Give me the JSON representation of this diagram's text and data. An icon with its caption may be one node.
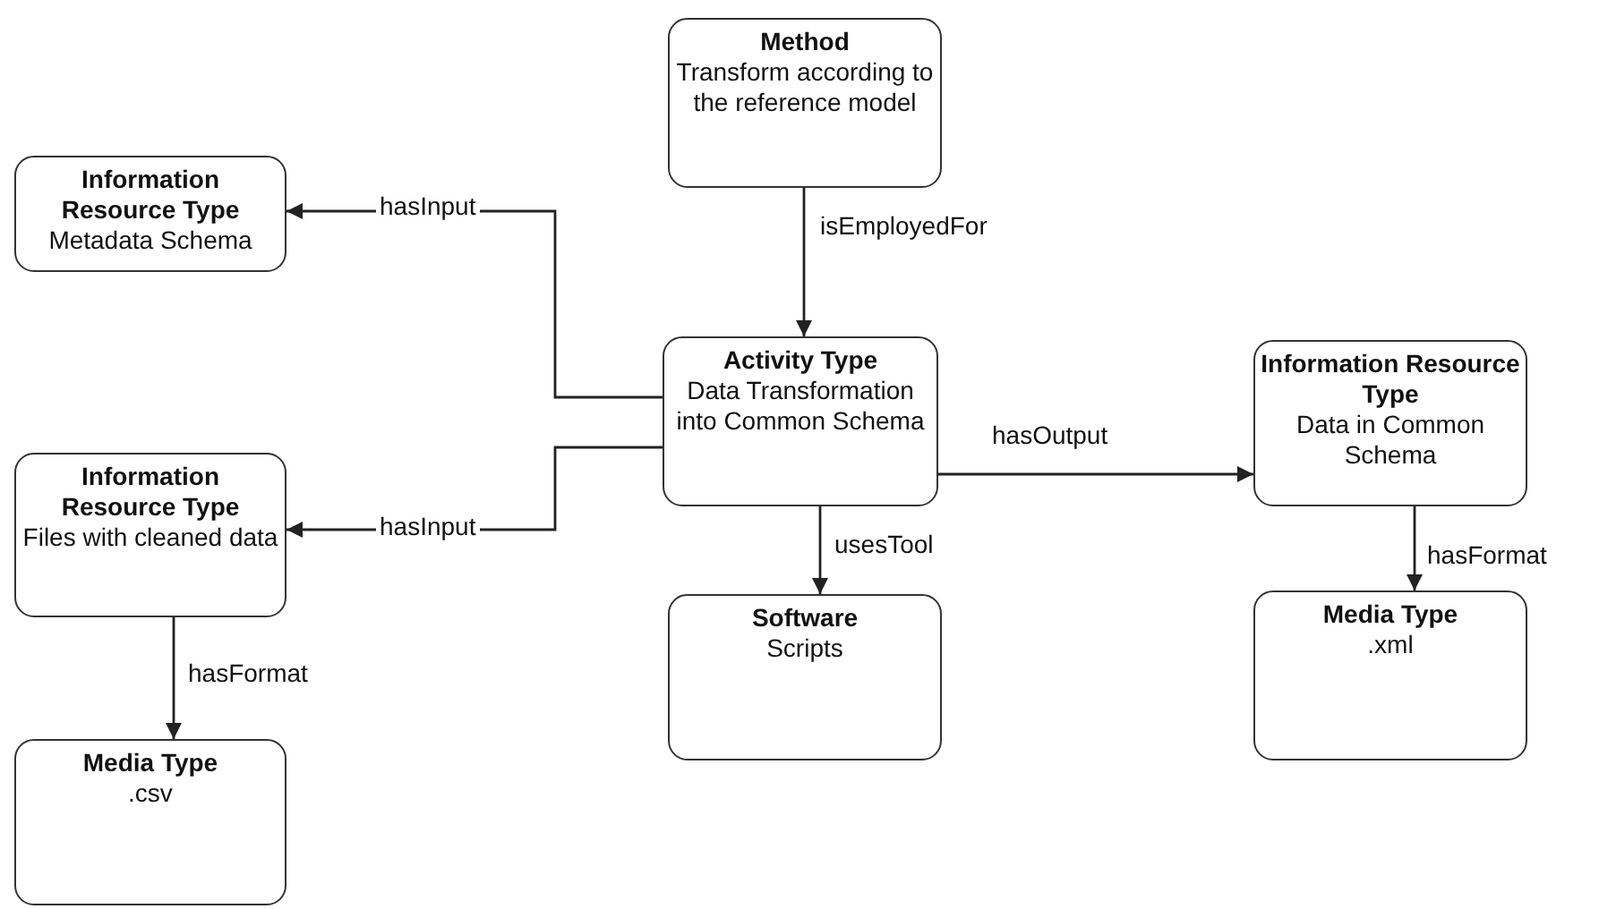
{
  "diagram": {
    "nodes": [
      {
        "text": [
          "Method",
          "Transform according to the reference model"
        ]
      },
      {
        "text": [
          "Information Resource Type",
          "Metadata Schema"
        ]
      },
      {
        "text": [
          "Activity Type",
          "Data Transformation into Common Schema"
        ]
      },
      {
        "text": [
          "Information Resource Type",
          "Data in Common Schema"
        ]
      },
      {
        "text": [
          "Information Resource Type",
          "Files with cleaned data"
        ]
      },
      {
        "text": [
          "Software",
          "Scripts"
        ]
      },
      {
        "text": [
          "Media Type",
          ".xml"
        ]
      },
      {
        "text": [
          "Media Type",
          ".csv"
        ]
      }
    ],
    "edges": [
      {
        "from": 0,
        "to": 2,
        "arrow": "to",
        "label": "isEmployedFor"
      },
      {
        "from": 2,
        "to": 1,
        "arrow": "to",
        "label": "hasInput"
      },
      {
        "from": 2,
        "to": 4,
        "arrow": "to",
        "label": "hasInput"
      },
      {
        "from": 2,
        "to": 3,
        "arrow": "to",
        "label": "hasOutput"
      },
      {
        "from": 2,
        "to": 5,
        "arrow": "to",
        "label": "usesTool"
      },
      {
        "from": 4,
        "to": 7,
        "arrow": "to",
        "label": "hasFormat"
      },
      {
        "from": 3,
        "to": 6,
        "arrow": "to",
        "label": "hasFormat"
      }
    ]
  }
}
